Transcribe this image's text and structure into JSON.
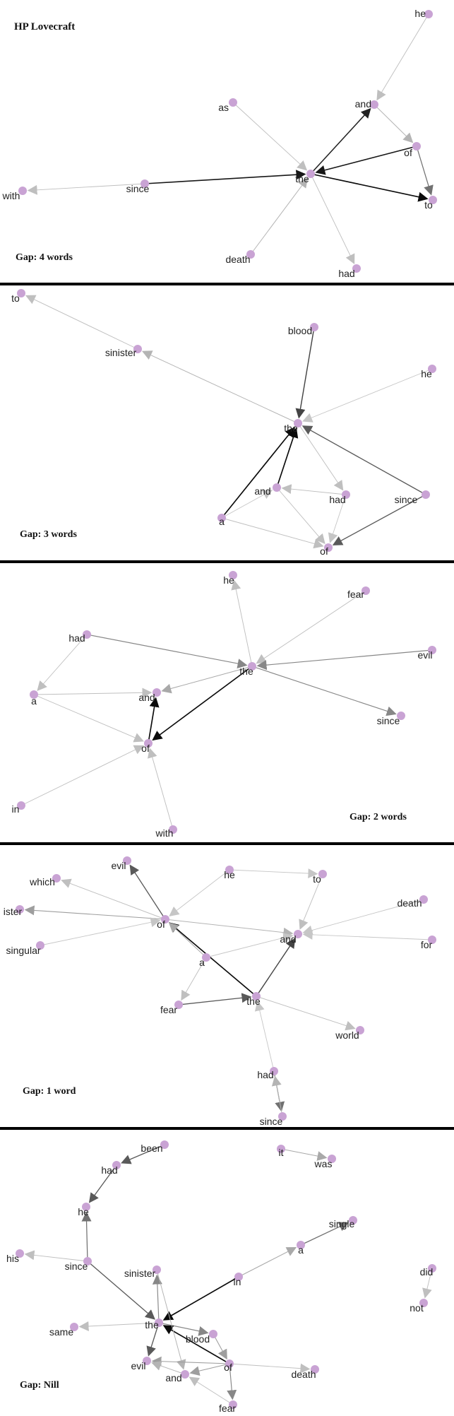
{
  "title": "HP Lovecraft",
  "colors": {
    "node": "#c9a3d4",
    "background": "#ffffff",
    "divider": "#000000"
  },
  "panels": [
    {
      "gap_label": "Gap: 4 words",
      "nodes": [
        {
          "id": "he",
          "label": "he"
        },
        {
          "id": "and",
          "label": "and"
        },
        {
          "id": "as",
          "label": "as"
        },
        {
          "id": "of",
          "label": "of"
        },
        {
          "id": "the",
          "label": "the"
        },
        {
          "id": "since",
          "label": "since"
        },
        {
          "id": "with",
          "label": "with"
        },
        {
          "id": "to",
          "label": "to"
        },
        {
          "id": "death",
          "label": "death"
        },
        {
          "id": "had",
          "label": "had"
        }
      ],
      "edges": [
        {
          "from": "he",
          "to": "and",
          "strength": 0.15
        },
        {
          "from": "and",
          "to": "of",
          "strength": 0.2
        },
        {
          "from": "of",
          "to": "to",
          "strength": 0.5
        },
        {
          "from": "the",
          "to": "and",
          "strength": 0.85
        },
        {
          "from": "of",
          "to": "the",
          "strength": 0.9
        },
        {
          "from": "the",
          "to": "to",
          "strength": 0.95
        },
        {
          "from": "as",
          "to": "the",
          "strength": 0.15
        },
        {
          "from": "since",
          "to": "the",
          "strength": 0.9
        },
        {
          "from": "since",
          "to": "with",
          "strength": 0.15
        },
        {
          "from": "death",
          "to": "the",
          "strength": 0.2
        },
        {
          "from": "the",
          "to": "had",
          "strength": 0.15
        }
      ]
    },
    {
      "gap_label": "Gap: 3 words",
      "nodes": [
        {
          "id": "to",
          "label": "to"
        },
        {
          "id": "sinister",
          "label": "sinister"
        },
        {
          "id": "blood",
          "label": "blood"
        },
        {
          "id": "he",
          "label": "he"
        },
        {
          "id": "the",
          "label": "the"
        },
        {
          "id": "and",
          "label": "and"
        },
        {
          "id": "had",
          "label": "had"
        },
        {
          "id": "since",
          "label": "since"
        },
        {
          "id": "a",
          "label": "a"
        },
        {
          "id": "of",
          "label": "of"
        }
      ],
      "edges": [
        {
          "from": "sinister",
          "to": "to",
          "strength": 0.15
        },
        {
          "from": "the",
          "to": "sinister",
          "strength": 0.2
        },
        {
          "from": "blood",
          "to": "the",
          "strength": 0.7
        },
        {
          "from": "he",
          "to": "the",
          "strength": 0.12
        },
        {
          "from": "a",
          "to": "the",
          "strength": 0.95
        },
        {
          "from": "and",
          "to": "the",
          "strength": 0.95
        },
        {
          "from": "since",
          "to": "the",
          "strength": 0.6
        },
        {
          "from": "the",
          "to": "had",
          "strength": 0.15
        },
        {
          "from": "had",
          "to": "and",
          "strength": 0.15
        },
        {
          "from": "a",
          "to": "and",
          "strength": 0.12
        },
        {
          "from": "and",
          "to": "of",
          "strength": 0.15
        },
        {
          "from": "a",
          "to": "of",
          "strength": 0.15
        },
        {
          "from": "since",
          "to": "of",
          "strength": 0.6
        },
        {
          "from": "had",
          "to": "of",
          "strength": 0.12
        }
      ]
    },
    {
      "gap_label": "Gap: 2 words",
      "nodes": [
        {
          "id": "he",
          "label": "he"
        },
        {
          "id": "fear",
          "label": "fear"
        },
        {
          "id": "had",
          "label": "had"
        },
        {
          "id": "the",
          "label": "the"
        },
        {
          "id": "evil",
          "label": "evil"
        },
        {
          "id": "a",
          "label": "a"
        },
        {
          "id": "and",
          "label": "and"
        },
        {
          "id": "since",
          "label": "since"
        },
        {
          "id": "of",
          "label": "of"
        },
        {
          "id": "in",
          "label": "in"
        },
        {
          "id": "with",
          "label": "with"
        }
      ],
      "edges": [
        {
          "from": "the",
          "to": "he",
          "strength": 0.15
        },
        {
          "from": "fear",
          "to": "the",
          "strength": 0.15
        },
        {
          "from": "had",
          "to": "the",
          "strength": 0.4
        },
        {
          "from": "evil",
          "to": "the",
          "strength": 0.4
        },
        {
          "from": "the",
          "to": "since",
          "strength": 0.4
        },
        {
          "from": "the",
          "to": "and",
          "strength": 0.25
        },
        {
          "from": "the",
          "to": "of",
          "strength": 0.95
        },
        {
          "from": "of",
          "to": "and",
          "strength": 0.95
        },
        {
          "from": "a",
          "to": "and",
          "strength": 0.15
        },
        {
          "from": "had",
          "to": "a",
          "strength": 0.15
        },
        {
          "from": "a",
          "to": "of",
          "strength": 0.15
        },
        {
          "from": "in",
          "to": "of",
          "strength": 0.15
        },
        {
          "from": "with",
          "to": "of",
          "strength": 0.15
        }
      ]
    },
    {
      "gap_label": "Gap: 1 word",
      "nodes": [
        {
          "id": "evil",
          "label": "evil"
        },
        {
          "id": "which",
          "label": "which"
        },
        {
          "id": "he",
          "label": "he"
        },
        {
          "id": "to",
          "label": "to"
        },
        {
          "id": "death",
          "label": "death"
        },
        {
          "id": "sinister",
          "label": "ister"
        },
        {
          "id": "of",
          "label": "of"
        },
        {
          "id": "and",
          "label": "and"
        },
        {
          "id": "for",
          "label": "for"
        },
        {
          "id": "singular",
          "label": "singular"
        },
        {
          "id": "a",
          "label": "a"
        },
        {
          "id": "fear",
          "label": "fear"
        },
        {
          "id": "the",
          "label": "the"
        },
        {
          "id": "world",
          "label": "world"
        },
        {
          "id": "had",
          "label": "had"
        },
        {
          "id": "since",
          "label": "since"
        }
      ],
      "edges": [
        {
          "from": "of",
          "to": "evil",
          "strength": 0.6
        },
        {
          "from": "of",
          "to": "which",
          "strength": 0.15
        },
        {
          "from": "of",
          "to": "sinister",
          "strength": 0.3
        },
        {
          "from": "singular",
          "to": "of",
          "strength": 0.12
        },
        {
          "from": "he",
          "to": "of",
          "strength": 0.12
        },
        {
          "from": "he",
          "to": "to",
          "strength": 0.12
        },
        {
          "from": "to",
          "to": "and",
          "strength": 0.15
        },
        {
          "from": "of",
          "to": "and",
          "strength": 0.2
        },
        {
          "from": "death",
          "to": "and",
          "strength": 0.12
        },
        {
          "from": "for",
          "to": "and",
          "strength": 0.12
        },
        {
          "from": "a",
          "to": "and",
          "strength": 0.12
        },
        {
          "from": "the",
          "to": "and",
          "strength": 0.7
        },
        {
          "from": "the",
          "to": "of",
          "strength": 0.95
        },
        {
          "from": "a",
          "to": "of",
          "strength": 0.25
        },
        {
          "from": "a",
          "to": "fear",
          "strength": 0.15
        },
        {
          "from": "fear",
          "to": "the",
          "strength": 0.6
        },
        {
          "from": "the",
          "to": "world",
          "strength": 0.15
        },
        {
          "from": "had",
          "to": "the",
          "strength": 0.12
        },
        {
          "from": "had",
          "to": "since",
          "strength": 0.5
        },
        {
          "from": "since",
          "to": "had",
          "strength": 0.2
        }
      ]
    },
    {
      "gap_label": "Gap: Nill",
      "nodes": [
        {
          "id": "been",
          "label": "been"
        },
        {
          "id": "had",
          "label": "had"
        },
        {
          "id": "he",
          "label": "he"
        },
        {
          "id": "it",
          "label": "it"
        },
        {
          "id": "was",
          "label": "was"
        },
        {
          "id": "single",
          "label": "single"
        },
        {
          "id": "his",
          "label": "his"
        },
        {
          "id": "since",
          "label": "since"
        },
        {
          "id": "a",
          "label": "a"
        },
        {
          "id": "did",
          "label": "did"
        },
        {
          "id": "sinister",
          "label": "sinister"
        },
        {
          "id": "in",
          "label": "in"
        },
        {
          "id": "not",
          "label": "not"
        },
        {
          "id": "same",
          "label": "same"
        },
        {
          "id": "the",
          "label": "the"
        },
        {
          "id": "blood",
          "label": "blood"
        },
        {
          "id": "evil",
          "label": "evil"
        },
        {
          "id": "of",
          "label": "of"
        },
        {
          "id": "and",
          "label": "and"
        },
        {
          "id": "death",
          "label": "death"
        },
        {
          "id": "fear",
          "label": "fear"
        }
      ],
      "edges": [
        {
          "from": "been",
          "to": "had",
          "strength": 0.6
        },
        {
          "from": "had",
          "to": "he",
          "strength": 0.6
        },
        {
          "from": "since",
          "to": "he",
          "strength": 0.5
        },
        {
          "from": "it",
          "to": "was",
          "strength": 0.25
        },
        {
          "from": "a",
          "to": "single",
          "strength": 0.5
        },
        {
          "from": "in",
          "to": "a",
          "strength": 0.25
        },
        {
          "from": "since",
          "to": "his",
          "strength": 0.15
        },
        {
          "from": "did",
          "to": "not",
          "strength": 0.15
        },
        {
          "from": "in",
          "to": "the",
          "strength": 0.95
        },
        {
          "from": "since",
          "to": "the",
          "strength": 0.6
        },
        {
          "from": "the",
          "to": "same",
          "strength": 0.15
        },
        {
          "from": "the",
          "to": "sinister",
          "strength": 0.4
        },
        {
          "from": "the",
          "to": "evil",
          "strength": 0.6
        },
        {
          "from": "the",
          "to": "blood",
          "strength": 0.4
        },
        {
          "from": "of",
          "to": "the",
          "strength": 0.95
        },
        {
          "from": "blood",
          "to": "of",
          "strength": 0.3
        },
        {
          "from": "sinister",
          "to": "and",
          "strength": 0.2
        },
        {
          "from": "of",
          "to": "evil",
          "strength": 0.3
        },
        {
          "from": "of",
          "to": "and",
          "strength": 0.3
        },
        {
          "from": "and",
          "to": "evil",
          "strength": 0.2
        },
        {
          "from": "of",
          "to": "death",
          "strength": 0.15
        },
        {
          "from": "of",
          "to": "fear",
          "strength": 0.4
        },
        {
          "from": "fear",
          "to": "and",
          "strength": 0.15
        }
      ]
    }
  ]
}
